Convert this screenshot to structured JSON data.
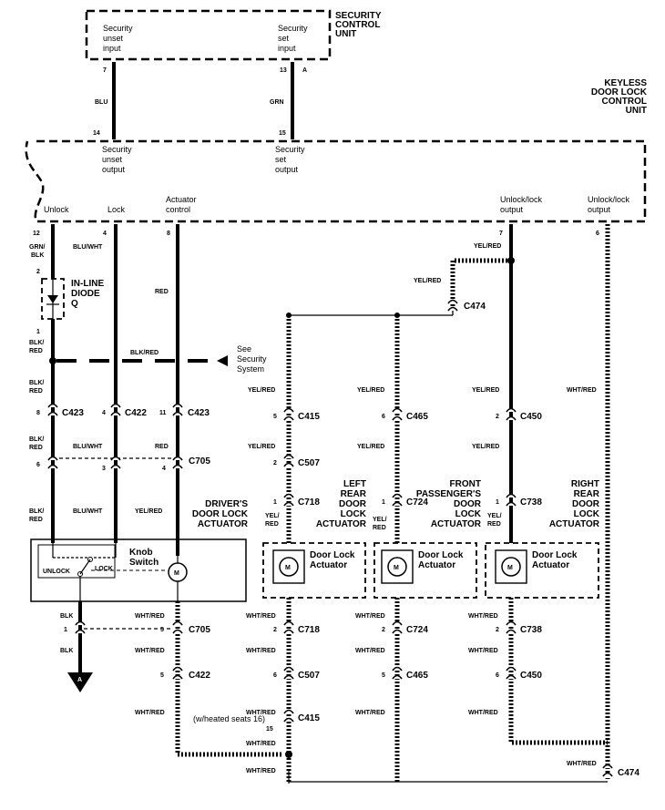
{
  "units": {
    "security_control": {
      "title": [
        "SECURITY",
        "CONTROL",
        "UNIT"
      ],
      "unset_input": [
        "Security",
        "unset",
        "input"
      ],
      "set_input": [
        "Security",
        "set",
        "input"
      ],
      "pin_a": "A"
    },
    "keyless": {
      "title": [
        "KEYLESS",
        "DOOR LOCK",
        "CONTROL",
        "UNIT"
      ],
      "unset_output": [
        "Security",
        "unset",
        "output"
      ],
      "set_output": [
        "Security",
        "set",
        "output"
      ]
    }
  },
  "terminals": {
    "unlock": "Unlock",
    "lock": "Lock",
    "actuator_control": [
      "Actuator",
      "control"
    ],
    "unlock_lock_out1": [
      "Unlock/lock",
      "output"
    ],
    "unlock_lock_out2": [
      "Unlock/lock",
      "output"
    ]
  },
  "pins": {
    "p7": "7",
    "p13": "13",
    "p14": "14",
    "p15": "15",
    "p12": "12",
    "p4": "4",
    "p8": "8",
    "p7b": "7",
    "p6": "6",
    "p2": "2",
    "p1": "1"
  },
  "wires": {
    "blu": "BLU",
    "grn": "GRN",
    "grn_blk": [
      "GRN/",
      "BLK"
    ],
    "blu_wht": "BLU/WHT",
    "red": "RED",
    "blk_red": [
      "BLK/",
      "RED"
    ],
    "blk_red_h": "BLK/RED",
    "yel_red": "YEL/RED",
    "wht_red": "WHT/RED",
    "blk": "BLK",
    "yel_red_split": [
      "YEL/",
      "RED"
    ]
  },
  "diode": [
    "IN-LINE",
    "DIODE",
    "Q"
  ],
  "see_security": [
    "See",
    "Security",
    "System"
  ],
  "connectors": {
    "c474": "C474",
    "c423": "C423",
    "c422": "C422",
    "c415": "C415",
    "c465": "C465",
    "c450": "C450",
    "c705": "C705",
    "c507": "C507",
    "c718": "C718",
    "c724": "C724",
    "c738": "C738"
  },
  "conn_pins": {
    "n8": "8",
    "n4": "4",
    "n11": "11",
    "n5": "5",
    "n6": "6",
    "n2": "2",
    "n3": "3",
    "n1": "1",
    "n15": "15"
  },
  "actuators": {
    "driver": [
      "DRIVER'S",
      "DOOR LOCK",
      "ACTUATOR"
    ],
    "left_rear": [
      "LEFT",
      "REAR",
      "DOOR",
      "LOCK",
      "ACTUATOR"
    ],
    "front_pass": [
      "FRONT",
      "PASSENGER'S",
      "DOOR",
      "LOCK",
      "ACTUATOR"
    ],
    "right_rear": [
      "RIGHT",
      "REAR",
      "DOOR",
      "LOCK",
      "ACTUATOR"
    ],
    "box_label": [
      "Door Lock",
      "Actuator"
    ]
  },
  "knob": {
    "title": [
      "Knob",
      "Switch"
    ],
    "unlock": "UNLOCK",
    "lock": "LOCK"
  },
  "motor": "M",
  "ground": "A",
  "heated_note": "(w/heated seats 16)"
}
